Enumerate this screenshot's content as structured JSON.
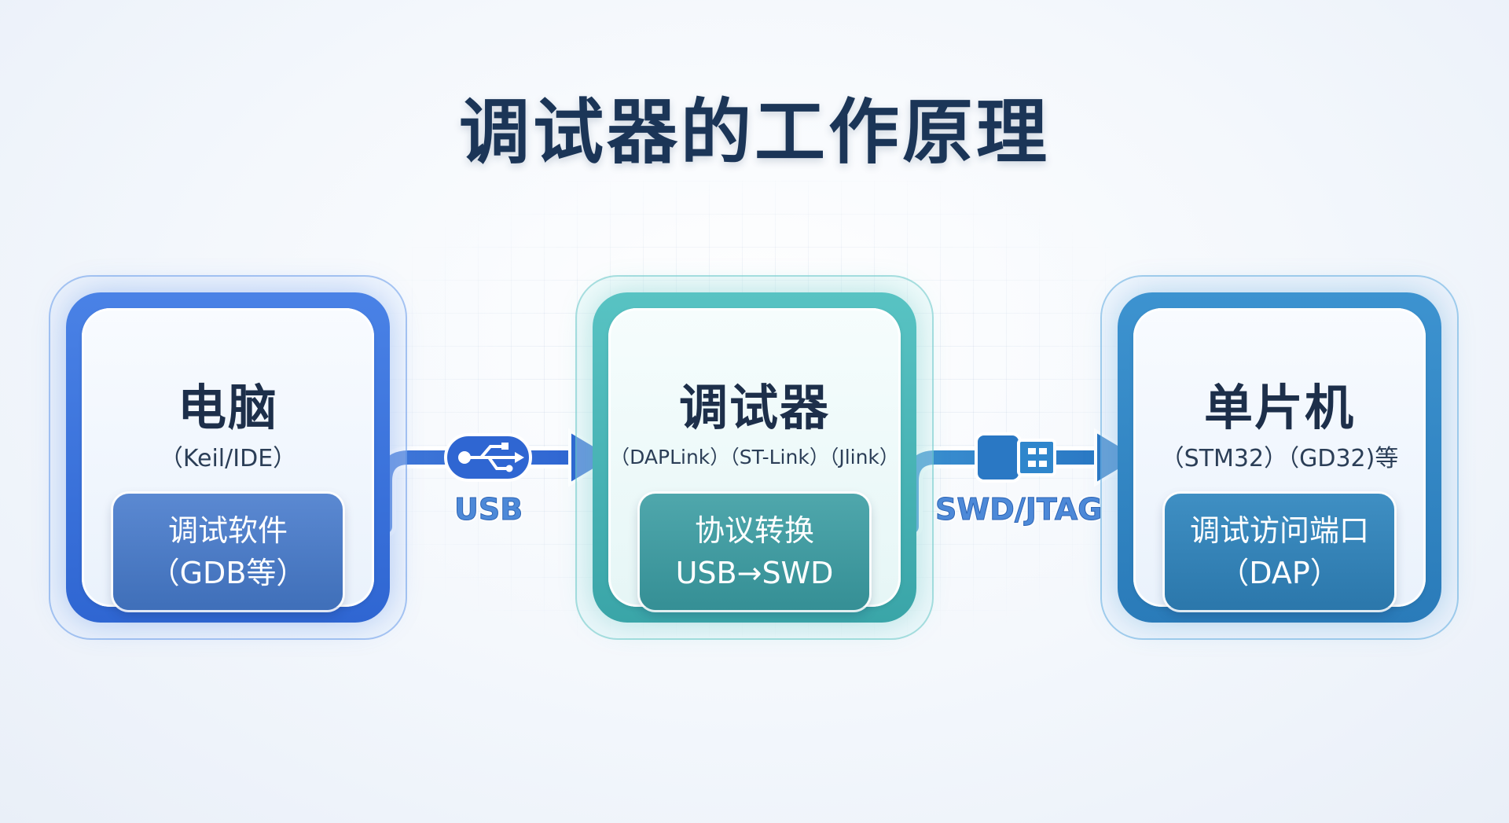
{
  "title": "调试器的工作原理",
  "nodes": {
    "pc": {
      "title": "电脑",
      "subtitle": "（Keil/IDE）",
      "chip_line1": "调试软件",
      "chip_line2": "（GDB等）"
    },
    "debugger": {
      "title": "调试器",
      "subtitle": "（DAPLink）（ST-Link）（Jlink）",
      "chip_line1": "协议转换",
      "chip_line2": "USB→SWD"
    },
    "mcu": {
      "title": "单片机",
      "subtitle": "（STM32）（GD32)等",
      "chip_line1": "调试访问端口",
      "chip_line2": "（DAP）"
    }
  },
  "links": {
    "usb": {
      "label": "USB",
      "icon": "usb-icon"
    },
    "swd": {
      "label": "SWD/JTAG",
      "icon": "connector-plug-icon"
    }
  },
  "colors": {
    "title": "#1b3557",
    "pc_accent": "#2f66d2",
    "debugger_accent": "#3aa5a8",
    "mcu_accent": "#2a7bb9",
    "link": "#2e6fd0"
  }
}
